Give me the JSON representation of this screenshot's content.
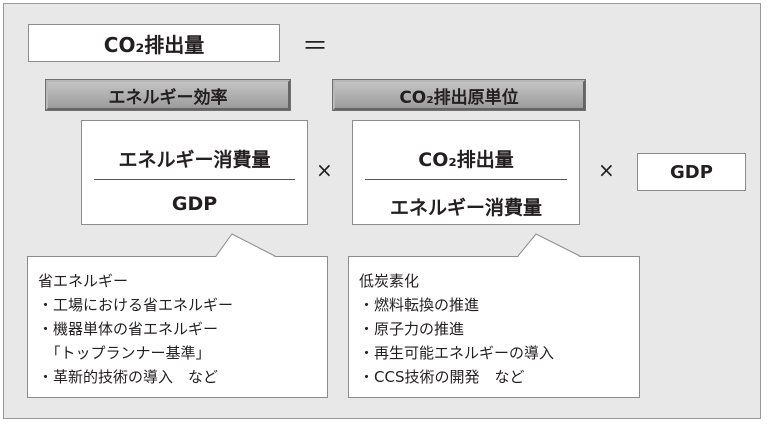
{
  "title": "CO₂排出量",
  "equals": "＝",
  "labels": {
    "efficiency": "エネルギー効率",
    "intensity": "CO₂排出原単位"
  },
  "fraction1": {
    "numerator": "エネルギー消費量",
    "denominator": "GDP"
  },
  "fraction2": {
    "numerator": "CO₂排出量",
    "denominator": "エネルギー消費量"
  },
  "times": "×",
  "gdp": "GDP",
  "bubble1": {
    "heading": "省エネルギー",
    "items": [
      "・工場における省エネルギー",
      "・機器単体の省エネルギー",
      "　「トップランナー基準」",
      "・革新的技術の導入　など"
    ]
  },
  "bubble2": {
    "heading": "低炭素化",
    "items": [
      "・燃料転換の推進",
      "・原子力の推進",
      "・再生可能エネルギーの導入",
      "・CCS技術の開発　など"
    ]
  }
}
